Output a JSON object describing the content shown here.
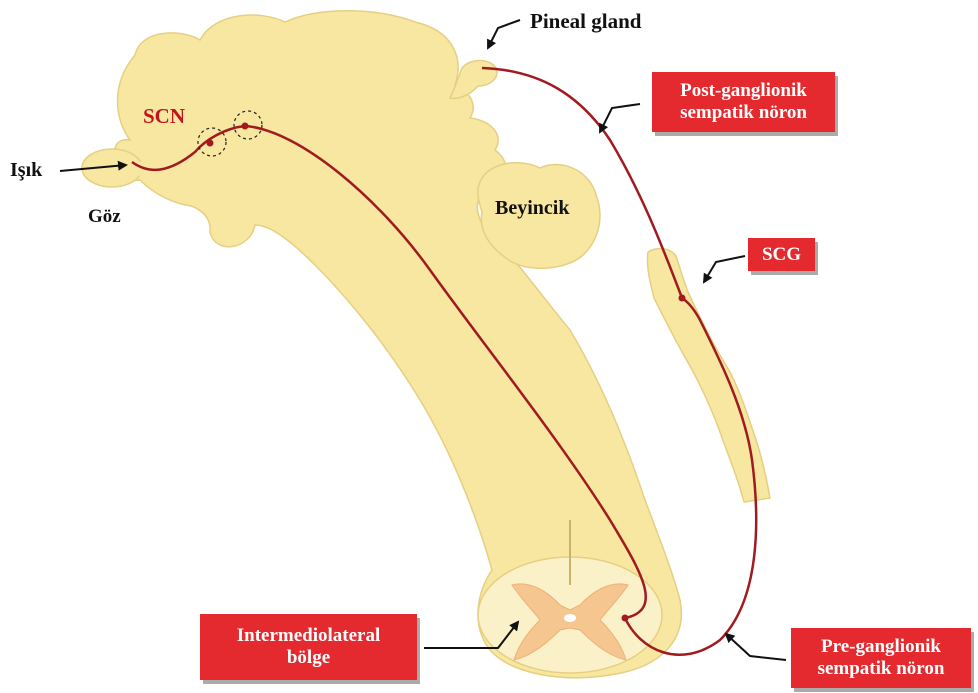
{
  "labels": {
    "pineal": "Pineal gland",
    "scn": "SCN",
    "isik": "Işık",
    "goz": "Göz",
    "beyincik": "Beyincik"
  },
  "boxes": {
    "post_ganglionic": [
      "Post-ganglionik",
      "sempatik nöron"
    ],
    "scg": "SCG",
    "intermediolateral": [
      "Intermediolateral",
      "bölge"
    ],
    "pre_ganglionic": [
      "Pre-ganglionik",
      "sempatik nöron"
    ]
  },
  "colors": {
    "tissue": "#f8e7a0",
    "tissue_outline": "#e5cf82",
    "neuron": "#a01a20",
    "label_box": "#e52a2f",
    "scn_text": "#c0151d"
  }
}
